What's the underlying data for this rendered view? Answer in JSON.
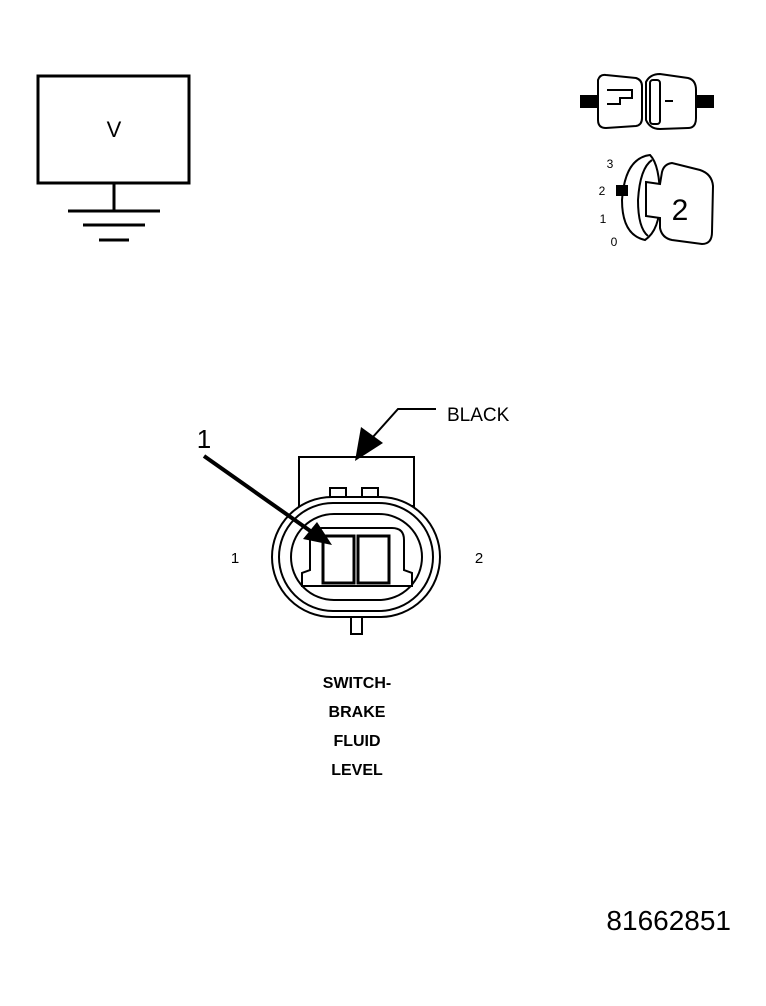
{
  "voltmeter": {
    "symbol": "V"
  },
  "position_indicator": {
    "scale": [
      "3",
      "2",
      "1",
      "0"
    ],
    "value": "2"
  },
  "connector": {
    "callout_number": "1",
    "color_label": "BLACK",
    "pin_left": "1",
    "pin_right": "2",
    "name_lines": [
      "SWITCH-",
      "BRAKE",
      "FLUID",
      "LEVEL"
    ]
  },
  "figure_number": "81662851"
}
